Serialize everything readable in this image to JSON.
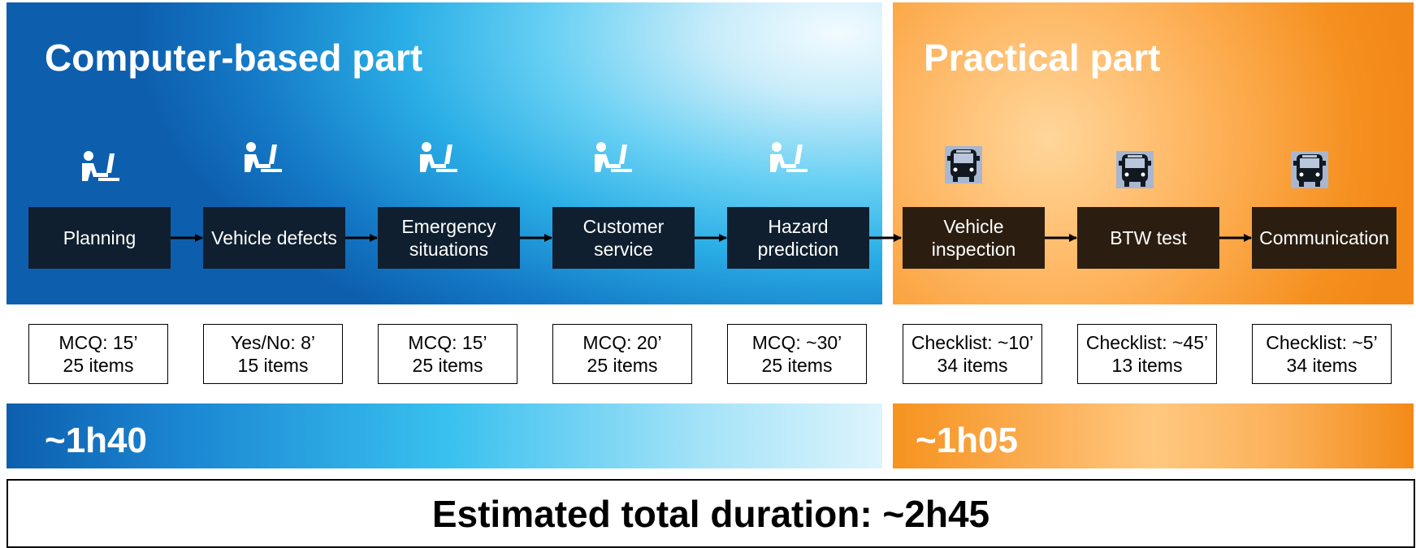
{
  "computer_part": {
    "title": "Computer-based part",
    "duration": "~1h40",
    "icon": "person-at-computer-icon"
  },
  "practical_part": {
    "title": "Practical part",
    "duration": "~1h05",
    "icon": "bus-icon"
  },
  "steps": [
    {
      "label": "Planning",
      "test": "MCQ: 15’",
      "items": "25 items"
    },
    {
      "label": "Vehicle defects",
      "test": "Yes/No: 8’",
      "items": "15 items"
    },
    {
      "label": "Emergency\nsituations",
      "test": "MCQ: 15’",
      "items": "25 items"
    },
    {
      "label": "Customer\nservice",
      "test": "MCQ: 20’",
      "items": "25 items"
    },
    {
      "label": "Hazard\nprediction",
      "test": "MCQ: ~30’",
      "items": "25 items"
    },
    {
      "label": "Vehicle\ninspection",
      "test": "Checklist: ~10’",
      "items": "34 items"
    },
    {
      "label": "BTW test",
      "test": "Checklist: ~45’",
      "items": "13 items"
    },
    {
      "label": "Communication",
      "test": "Checklist: ~5’",
      "items": "34 items"
    }
  ],
  "total": "Estimated total duration: ~2h45",
  "colors": {
    "step_box": "#0f1f30",
    "practical_step_box": "#2b1e10",
    "blue_accent": "#2aaee6",
    "orange_accent": "#f58f1e"
  }
}
